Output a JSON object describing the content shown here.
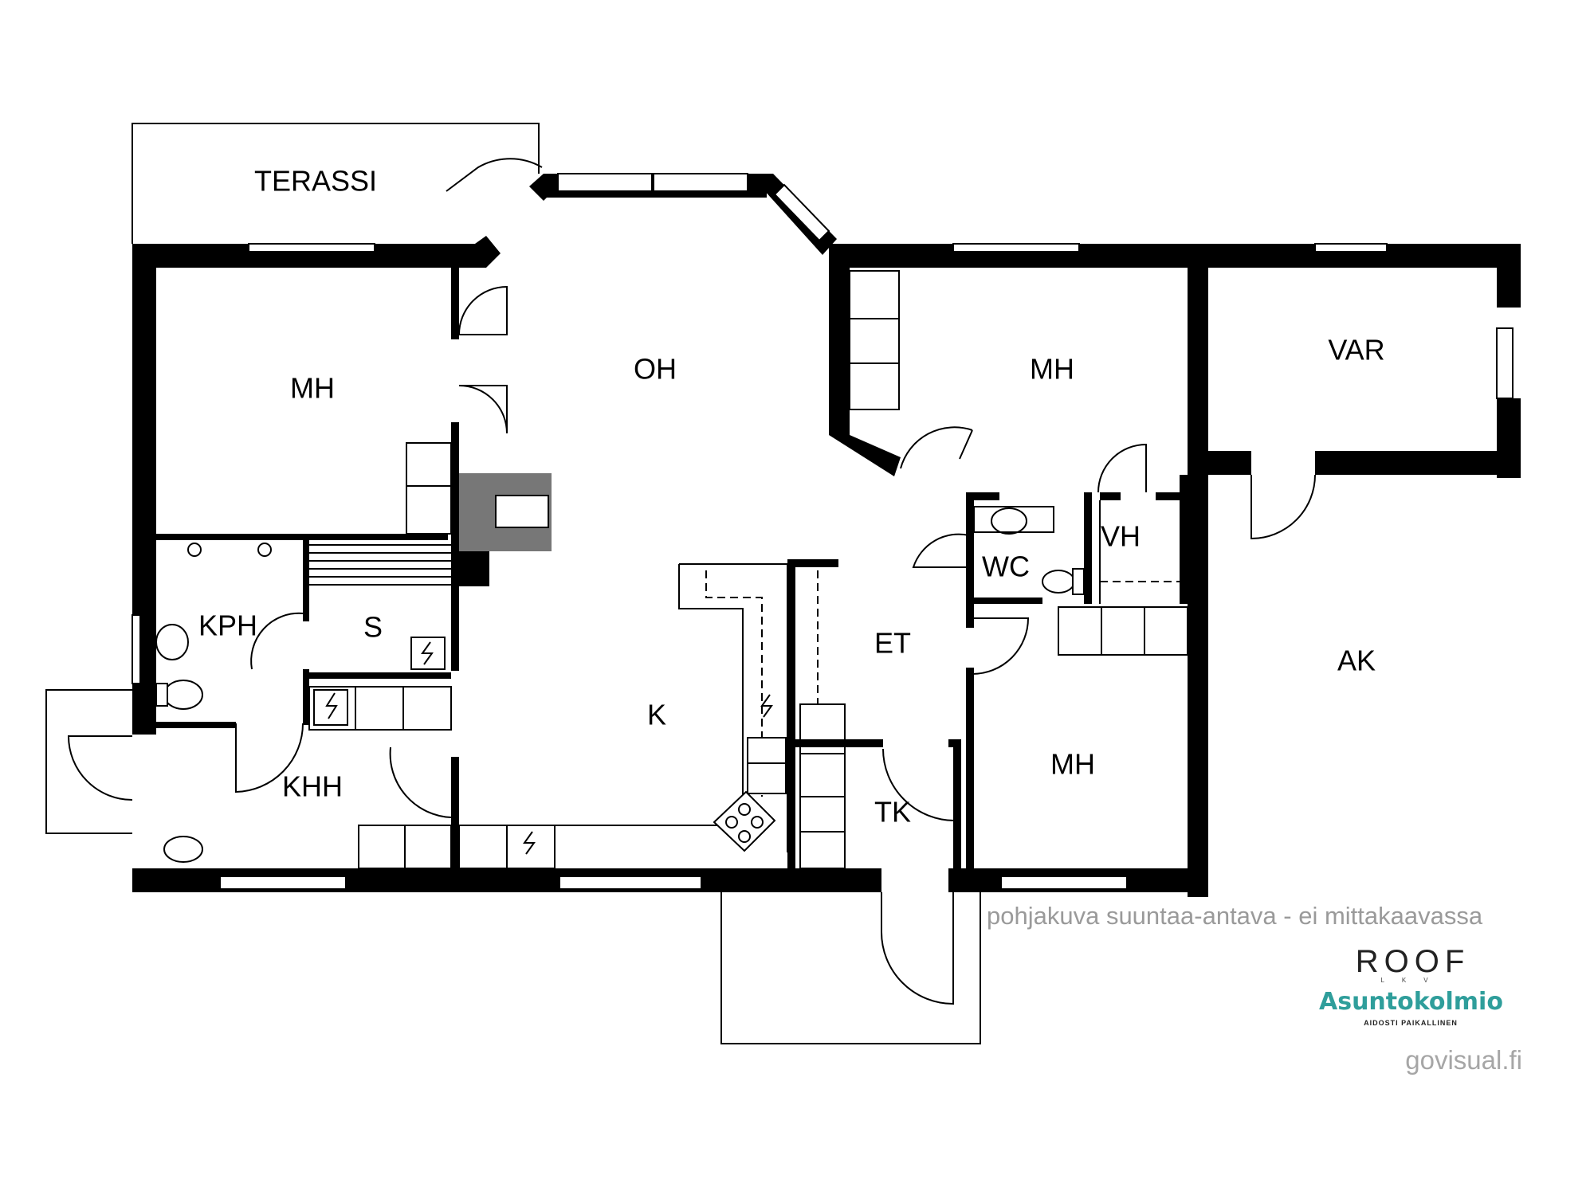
{
  "rooms": {
    "terassi": "TERASSI",
    "oh": "OH",
    "mh_left": "MH",
    "mh_top_right": "MH",
    "mh_bottom_right": "MH",
    "var": "VAR",
    "ak": "AK",
    "kph": "KPH",
    "s": "S",
    "k": "K",
    "khh": "KHH",
    "et": "ET",
    "tk": "TK",
    "wc": "WC",
    "vh": "VH"
  },
  "footer": {
    "disclaimer": "pohjakuva suuntaa-antava - ei mittakaavassa",
    "brand_primary": "ROOF",
    "brand_primary_sub": "LKV",
    "brand_secondary": "Asuntokolmio",
    "brand_secondary_tagline": "AIDOSTI PAIKALLINEN",
    "credit": "govisual.fi"
  },
  "colors": {
    "walls": "#000000",
    "background": "#ffffff",
    "disclaimer_text": "#9a9a9a",
    "brand_accent": "#2f9e9b",
    "credit_text": "#a6a6a6"
  }
}
